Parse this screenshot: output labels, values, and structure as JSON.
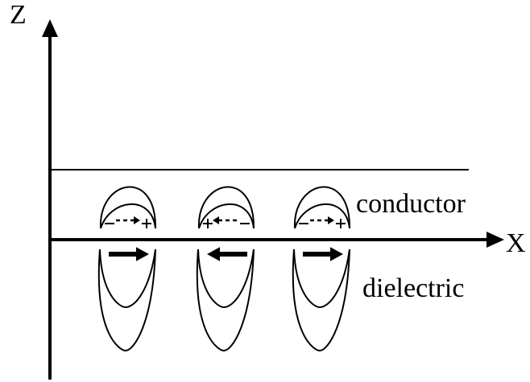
{
  "axes": {
    "z_label": "Z",
    "x_label": "X"
  },
  "regions": {
    "upper_label": "conductor",
    "lower_label": "dielectric"
  },
  "polaritons": [
    {
      "field_direction": "right",
      "charges": [
        "-",
        "+"
      ],
      "charge_arrow": "right"
    },
    {
      "field_direction": "left",
      "charges": [
        "+",
        "-"
      ],
      "charge_arrow": "left"
    },
    {
      "field_direction": "right",
      "charges": [
        "-",
        "+"
      ],
      "charge_arrow": "right"
    }
  ],
  "style": {
    "line_color": "#000000",
    "background": "#ffffff"
  }
}
